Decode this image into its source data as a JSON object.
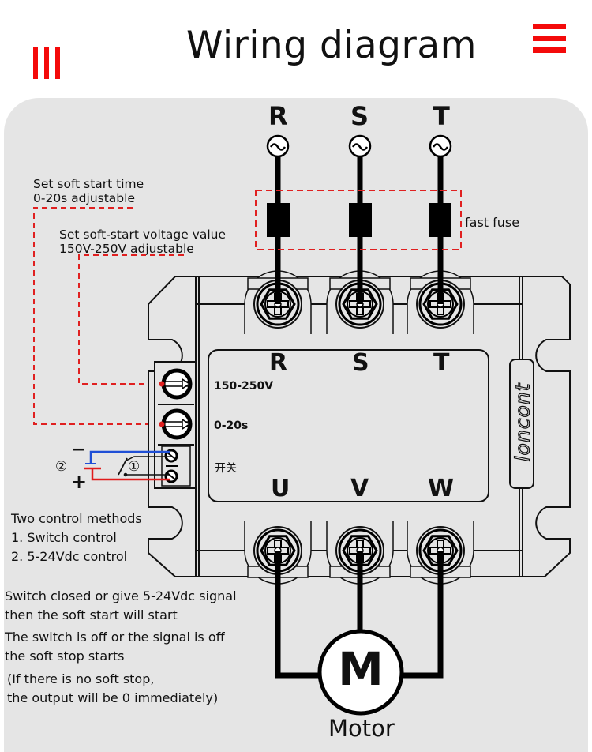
{
  "header": {
    "title": "Wiring diagram",
    "accent_color": "#f40a0a"
  },
  "supply": {
    "phases": [
      "R",
      "S",
      "T"
    ],
    "source_symbol": "~",
    "fuse_label": "fast fuse"
  },
  "annotations": {
    "soft_start_time": [
      "Set soft start time",
      "0-20s adjustable"
    ],
    "soft_start_voltage": [
      "Set soft-start voltage value",
      "150V-250V adjustable"
    ]
  },
  "module": {
    "brand": "loncont",
    "input_labels": [
      "R",
      "S",
      "T"
    ],
    "output_labels": [
      "U",
      "V",
      "W"
    ],
    "knob_labels": [
      "150-250V",
      "0-20s"
    ],
    "switch_label": "开关"
  },
  "control": {
    "minus": "−",
    "plus": "+",
    "marker_dc": "②",
    "marker_switch": "①",
    "wire_colors": {
      "negative": "#1f4fd6",
      "positive": "#e01b1b"
    }
  },
  "notes": {
    "methods": [
      "Two control methods",
      "1. Switch control",
      "2. 5-24Vdc control"
    ],
    "start": [
      "Switch closed or give 5-24Vdc signal",
      "then the soft start will start"
    ],
    "stop": [
      "The switch is off or the signal is off",
      "the soft stop starts"
    ],
    "caveat": [
      "(If there is no soft stop,",
      "the output will be 0 immediately)"
    ]
  },
  "motor": {
    "symbol": "M",
    "label": "Motor"
  }
}
